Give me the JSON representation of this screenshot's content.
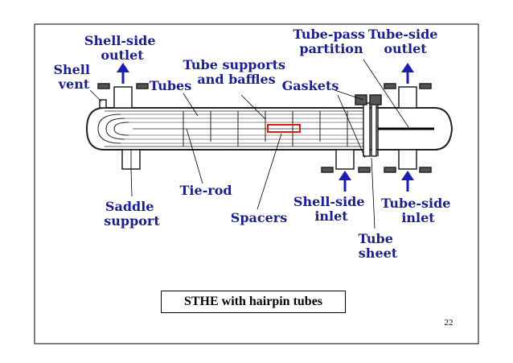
{
  "labels": {
    "shell_side_outlet": [
      "Shell-side",
      "outlet"
    ],
    "shell_vent": [
      "Shell",
      "vent"
    ],
    "tubes": "Tubes",
    "tube_supports": [
      "Tube supports",
      "and baffles"
    ],
    "gaskets": "Gaskets",
    "tube_pass_partition": [
      "Tube-pass",
      "partition"
    ],
    "tube_side_outlet": [
      "Tube-side",
      "outlet"
    ],
    "tie_rod": "Tie-rod",
    "saddle_support": [
      "Saddle",
      "support"
    ],
    "spacers": "Spacers",
    "shell_side_inlet": [
      "Shell-side",
      "inlet"
    ],
    "tube_side_inlet": [
      "Tube-side",
      "inlet"
    ],
    "tube_sheet": [
      "Tube",
      "sheet"
    ]
  },
  "caption": "STHE with hairpin tubes",
  "page_number": "22",
  "colors": {
    "label": "#1a1f8c",
    "arrow": "#1a1fb0",
    "highlight": "#d81c1c"
  }
}
